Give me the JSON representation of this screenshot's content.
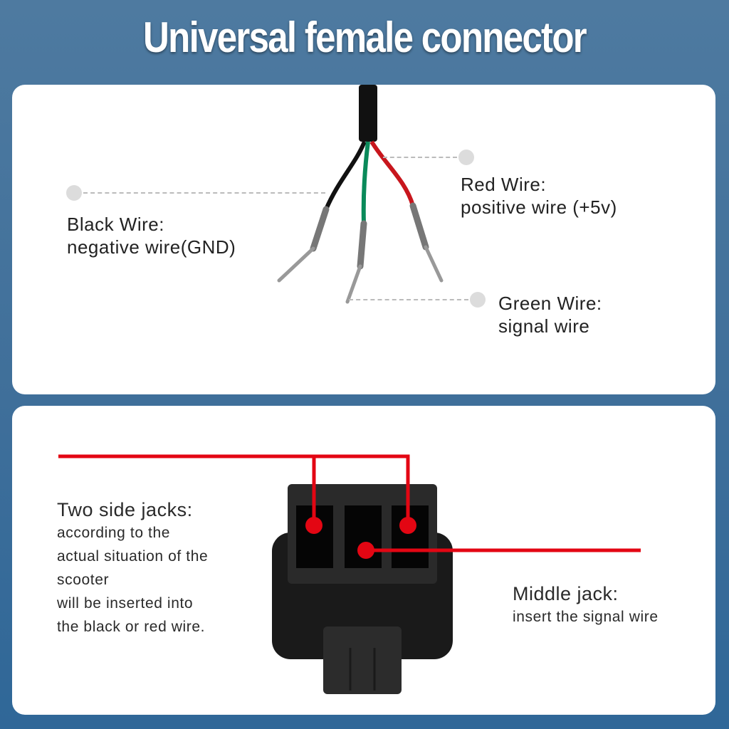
{
  "title": "Universal female connector",
  "wires_panel": {
    "black": {
      "heading": "Black Wire:",
      "desc": "negative wire(GND)",
      "color": "#111111"
    },
    "red": {
      "heading": "Red Wire:",
      "desc": "positive wire (+5v)",
      "color": "#c8161d"
    },
    "green": {
      "heading": "Green Wire:",
      "desc": "signal wire",
      "color": "#0a8a5a"
    }
  },
  "jacks_panel": {
    "side": {
      "heading": "Two side jacks:",
      "lines": [
        "according to the",
        "actual situation of the",
        "scooter",
        "will be inserted into",
        "the black or red wire."
      ]
    },
    "middle": {
      "heading": "Middle jack:",
      "desc": "insert the signal wire"
    },
    "marker_color": "#e30613"
  }
}
